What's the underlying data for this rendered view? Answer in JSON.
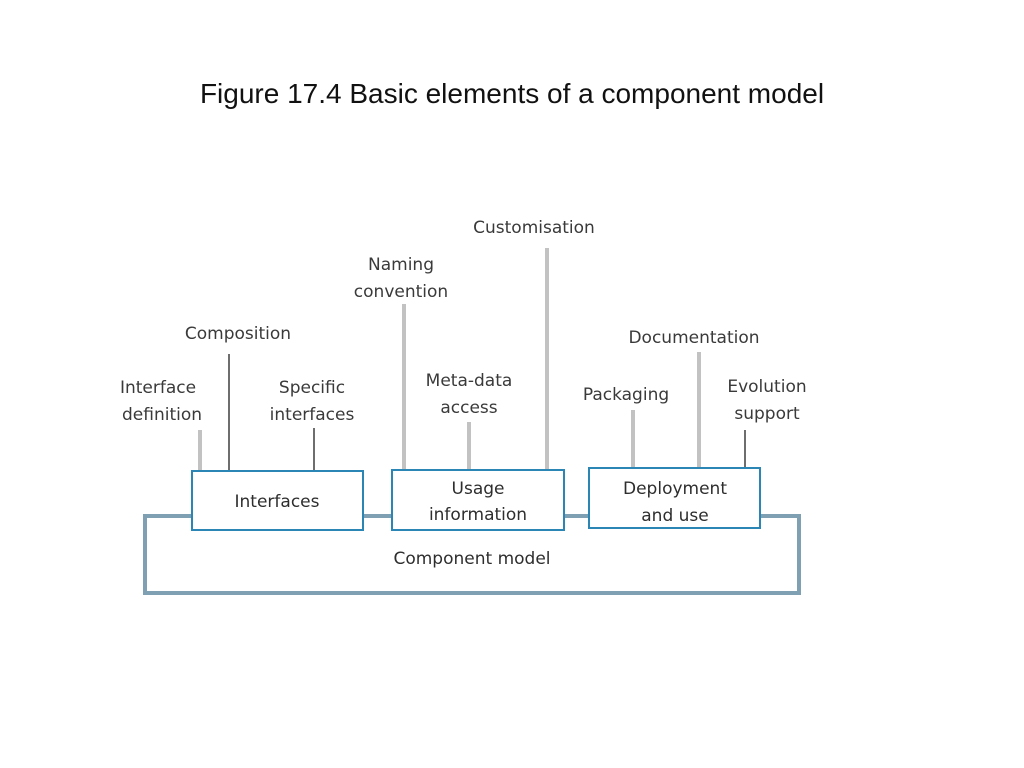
{
  "slide": {
    "title": "Figure 17.4  Basic elements of a component model"
  },
  "diagram": {
    "outer_box": {
      "label": "Component model"
    },
    "groups": [
      {
        "label": [
          "Interfaces"
        ],
        "elements": [
          {
            "label": [
              "Interface",
              "definition"
            ]
          },
          {
            "label": [
              "Composition"
            ]
          },
          {
            "label": [
              "Specific",
              "interfaces"
            ]
          }
        ]
      },
      {
        "label": [
          "Usage",
          "information"
        ],
        "elements": [
          {
            "label": [
              "Naming",
              "convention"
            ]
          },
          {
            "label": [
              "Meta-data",
              "access"
            ]
          },
          {
            "label": [
              "Customisation"
            ]
          }
        ]
      },
      {
        "label": [
          "Deployment",
          "and use"
        ],
        "elements": [
          {
            "label": [
              "Packaging"
            ]
          },
          {
            "label": [
              "Documentation"
            ]
          },
          {
            "label": [
              "Evolution",
              "support"
            ]
          }
        ]
      }
    ],
    "colors": {
      "outer_stroke": "#7f9fb3",
      "box_stroke": "#2c86b5",
      "connector": "#c2c2c2",
      "connector_dark": "#6e6e6e"
    }
  }
}
